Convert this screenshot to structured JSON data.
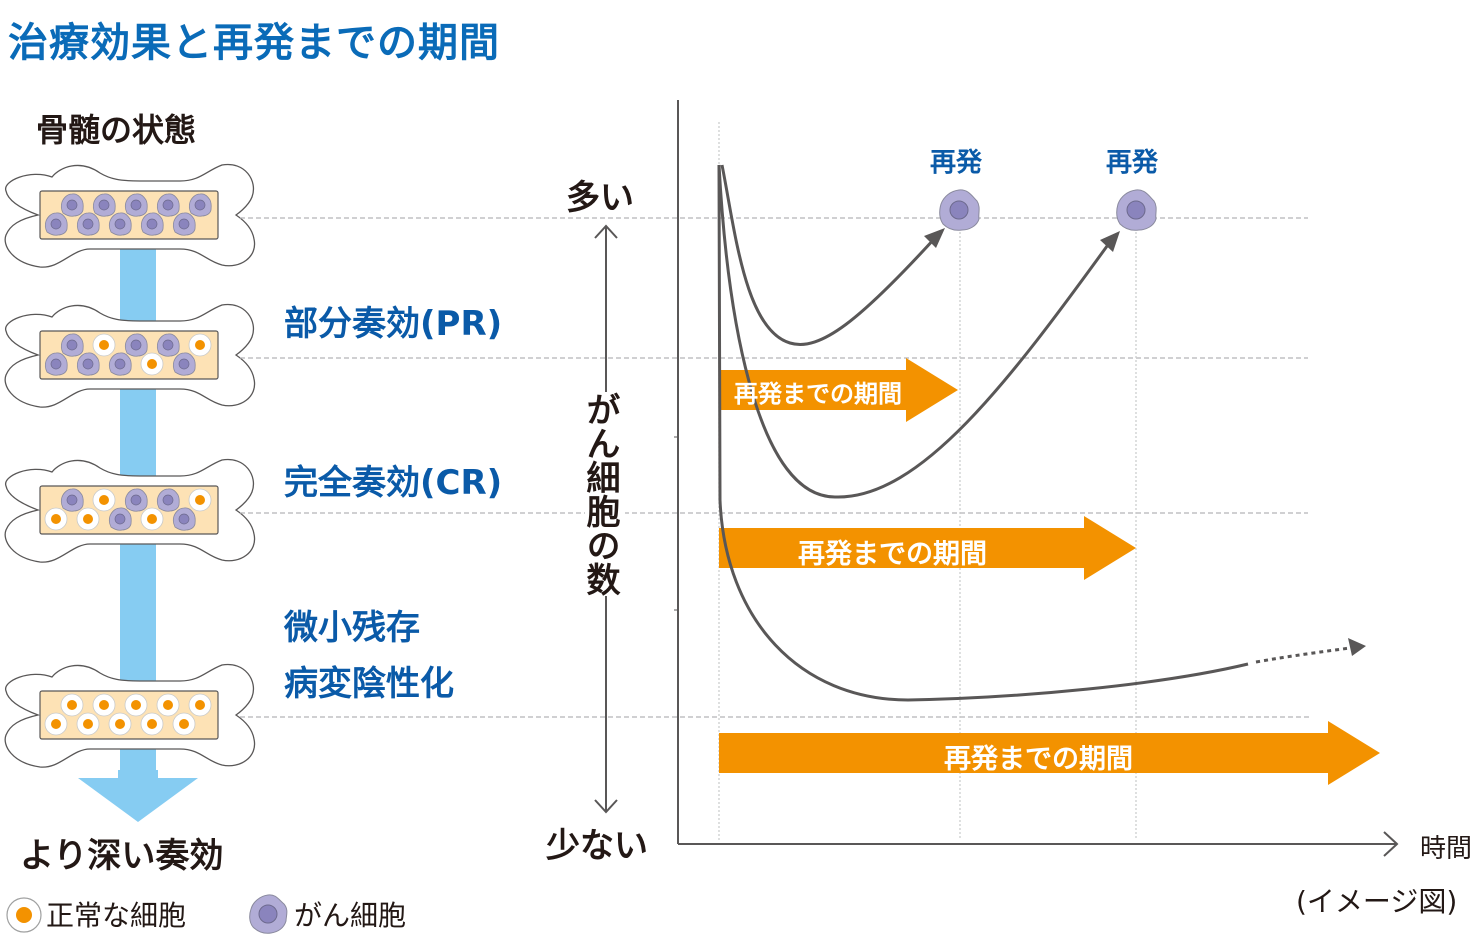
{
  "title": "治療効果と再発までの期間",
  "left_panel": {
    "heading": "骨髄の状態",
    "deeper_label": "より深い奏効",
    "bones": [
      {
        "state": "baseline",
        "cells": [
          "cancer",
          "cancer",
          "cancer",
          "cancer",
          "cancer",
          "cancer",
          "cancer",
          "cancer",
          "cancer",
          "cancer"
        ]
      },
      {
        "state": "PR",
        "cells": [
          "cancer",
          "normal",
          "cancer",
          "cancer",
          "normal",
          "cancer",
          "cancer",
          "cancer",
          "normal",
          "cancer"
        ]
      },
      {
        "state": "CR",
        "cells": [
          "cancer",
          "normal",
          "cancer",
          "cancer",
          "normal",
          "normal",
          "normal",
          "cancer",
          "normal",
          "cancer"
        ]
      },
      {
        "state": "MRD-negative",
        "cells": [
          "normal",
          "normal",
          "normal",
          "normal",
          "normal",
          "normal",
          "normal",
          "normal",
          "normal",
          "normal"
        ]
      }
    ],
    "colors": {
      "marrow": "#fde2b5",
      "cancer_cell": "#b1acd6",
      "cancer_nucleus": "#8a84bd",
      "normal_nucleus": "#f39200",
      "arrow": "#86ccf2"
    }
  },
  "responses": [
    {
      "label": "部分奏効(PR)"
    },
    {
      "label": "完全奏効(CR)"
    },
    {
      "label_line1": "微小残存",
      "label_line2": "病変陰性化"
    }
  ],
  "legend": {
    "normal": "正常な細胞",
    "cancer": "がん細胞"
  },
  "chart_data": {
    "type": "line",
    "title": "治療効果と再発までの期間",
    "xlabel": "時間",
    "ylabel": "がん細胞の数",
    "y_high_label": "多い",
    "y_low_label": "少ない",
    "note": "(イメージ図)",
    "levels": [
      "多い(初期)",
      "部分奏効(PR)",
      "完全奏効(CR)",
      "微小残存病変陰性化"
    ],
    "series": [
      {
        "name": "部分奏効(PR)",
        "relapse": true,
        "relapse_label": "再発",
        "description": "drops to near PR level then rises back to high level at first relapse time"
      },
      {
        "name": "完全奏効(CR)",
        "relapse": true,
        "relapse_label": "再発",
        "description": "drops below CR level then rises back to high level at later relapse time"
      },
      {
        "name": "微小残存病変陰性化",
        "relapse": false,
        "description": "drops below MRD level and slowly rises, continuing (dotted) beyond chart"
      }
    ],
    "period_arrows": [
      {
        "label": "再発までの期間",
        "response": "PR"
      },
      {
        "label": "再発までの期間",
        "response": "CR"
      },
      {
        "label": "再発までの期間",
        "response": "MRD-negative"
      }
    ],
    "colors": {
      "curve": "#595757",
      "period_arrow": "#f39200",
      "grid": "#b5b5b6",
      "relapse_label": "#0a5aa8"
    }
  }
}
